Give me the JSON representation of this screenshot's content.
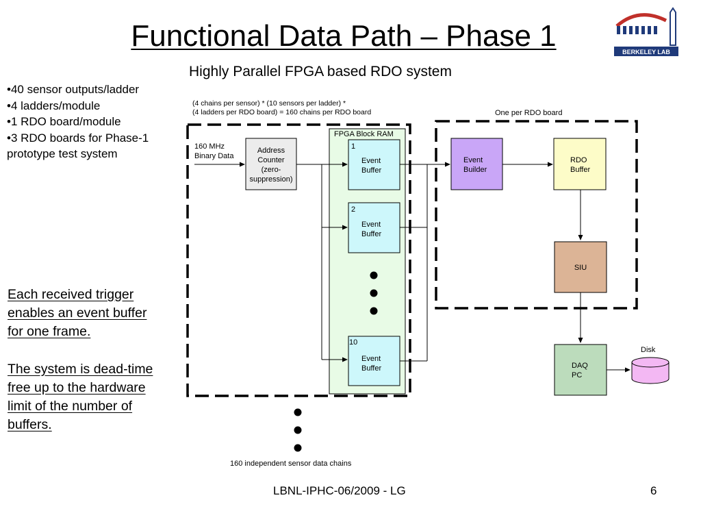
{
  "slide": {
    "title": "Functional Data Path – Phase 1",
    "subtitle": "Highly Parallel FPGA based RDO system",
    "bullets": [
      "•40 sensor outputs/ladder",
      "•4 ladders/module",
      "•1 RDO board/module",
      "•3 RDO boards for Phase-1",
      "prototype test system"
    ],
    "notes": [
      [
        "Each received trigger",
        "enables an event buffer",
        "for one frame."
      ],
      [
        "The system is dead-time",
        "free up to the hardware",
        "limit of the number of",
        "buffers."
      ]
    ],
    "footer_center": "LBNL-IPHC-06/2009 - LG",
    "page_number": "6"
  },
  "logo": {
    "text": "BERKELEY LAB",
    "colors": {
      "navy": "#1f3a7a",
      "red": "#c0302a"
    }
  },
  "diagram": {
    "chains_note": [
      "(4 chains per sensor) * (10 sensors per ladder) *",
      "(4 ladders per RDO board) = 160 chains per RDO board"
    ],
    "rdo_board_note": "One per RDO board",
    "fpga_label": "FPGA Block RAM",
    "input_label": [
      "160 MHz",
      "Binary Data"
    ],
    "address_counter": [
      "Address",
      "Counter",
      "(zero-",
      "suppression)"
    ],
    "buffers": [
      {
        "index": "1",
        "label": [
          "Event",
          "Buffer"
        ]
      },
      {
        "index": "2",
        "label": [
          "Event",
          "Buffer"
        ]
      },
      {
        "index": "10",
        "label": [
          "Event",
          "Buffer"
        ]
      }
    ],
    "event_builder": [
      "Event",
      "Builder"
    ],
    "rdo_buffer": [
      "RDO",
      "Buffer"
    ],
    "siu": "SIU",
    "daq_pc": [
      "DAQ",
      "PC"
    ],
    "disk": "Disk",
    "chains_footer": "160 independent sensor data chains",
    "colors": {
      "fpga_fill": "#e8fbe6",
      "buffer_fill": "#cdf7fb",
      "address_fill": "#ececec",
      "event_builder_fill": "#c9a6f7",
      "rdo_buffer_fill": "#fdfcc8",
      "siu_fill": "#dcb496",
      "daq_fill": "#bcdcbc",
      "disk_fill": "#f3b8f3"
    }
  }
}
